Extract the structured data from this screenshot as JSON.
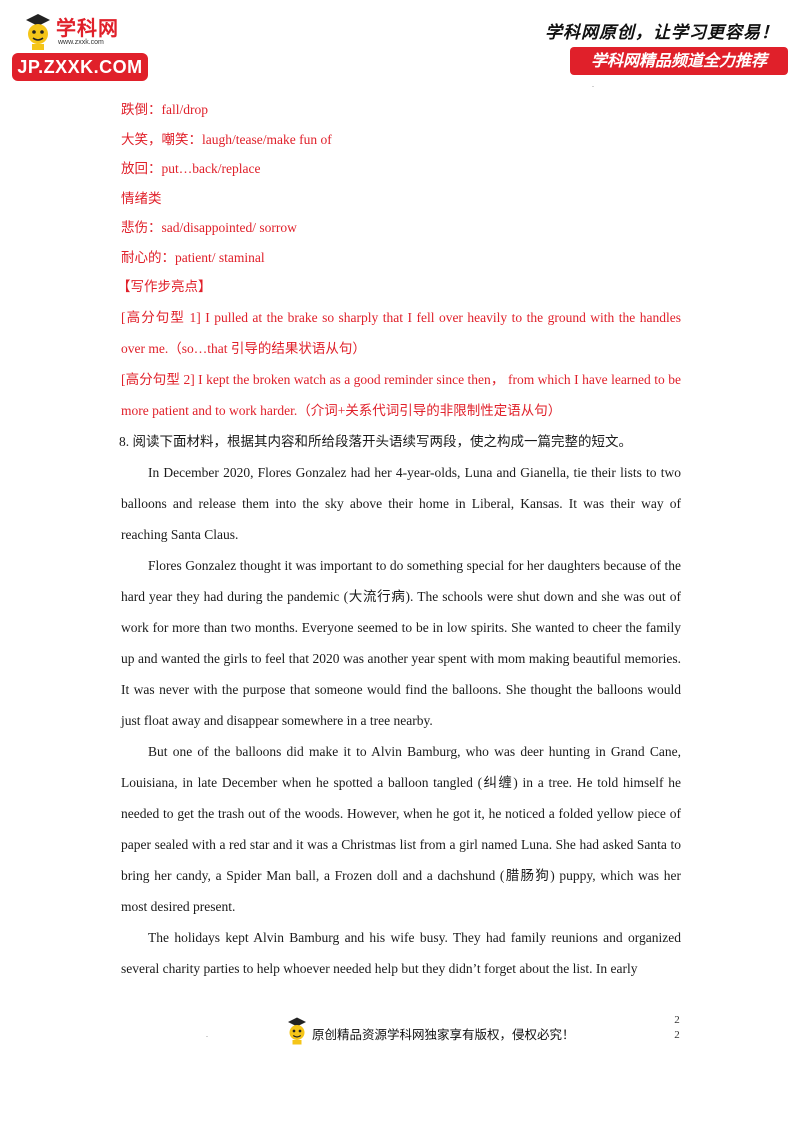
{
  "header": {
    "logo_text": "学科网",
    "logo_url": "www.zxxk.com",
    "logo_badge": "JP.ZXXK.COM",
    "slogan": "学科网原创，让学习更容易！",
    "recommend": "学科网精品频道全力推荐"
  },
  "vocab": [
    "跌倒：fall/drop",
    "大笑，嘲笑：laugh/tease/make fun of",
    "放回：put…back/replace",
    "情绪类",
    "悲伤：sad/disappointed/ sorrow",
    "耐心的：patient/ staminal"
  ],
  "highlights_heading": "【写作步亮点】",
  "sentence1": "[高分句型 1] I pulled at the brake so sharply that I fell over heavily to the ground with the handles over me.（so…that 引导的结果状语从句）",
  "sentence2": "[高分句型 2] I kept the broken watch as a good reminder since then， from which I have learned to be more patient and to work harder.（介词+关系代词引导的非限制性定语从句）",
  "question": "8. 阅读下面材料，根据其内容和所给段落开头语续写两段，使之构成一篇完整的短文。",
  "paragraphs": [
    "In December 2020, Flores Gonzalez had her 4-year-olds, Luna and Gianella, tie their lists to two balloons and release them into the sky above their home in Liberal, Kansas. It was their way of reaching Santa Claus.",
    "Flores Gonzalez thought it was important to do something special for her daughters because of the hard year they had during the pandemic (大流行病). The schools were shut down and she was out of work for more than two months. Everyone seemed to be in low spirits. She wanted to cheer the family up and wanted the girls to feel that 2020 was another year spent with mom making beautiful memories. It was never with the purpose that someone would find the balloons. She thought the balloons would just float away and disappear somewhere in a tree nearby.",
    "But one of the balloons did make it to Alvin Bamburg, who was deer hunting in Grand Cane, Louisiana, in late December when he spotted a balloon tangled (纠缠) in a tree. He told himself he needed to get the trash out of the woods. However, when he got it, he noticed a folded yellow piece of paper sealed with a red star and it was a Christmas list from a girl named Luna. She had asked Santa to bring her candy, a Spider Man ball, a Frozen doll and a dachshund (腊肠狗) puppy, which was her most desired present.",
    "The holidays kept Alvin Bamburg and his wife busy. They had family reunions and organized several charity parties to help whoever needed help but they didn’t forget about the list. In early"
  ],
  "footer": {
    "copyright": "原创精品资源学科网独家享有版权，侵权必究！",
    "page_top": "2",
    "page_bottom": "2"
  },
  "colors": {
    "accent": "#e0202a"
  }
}
